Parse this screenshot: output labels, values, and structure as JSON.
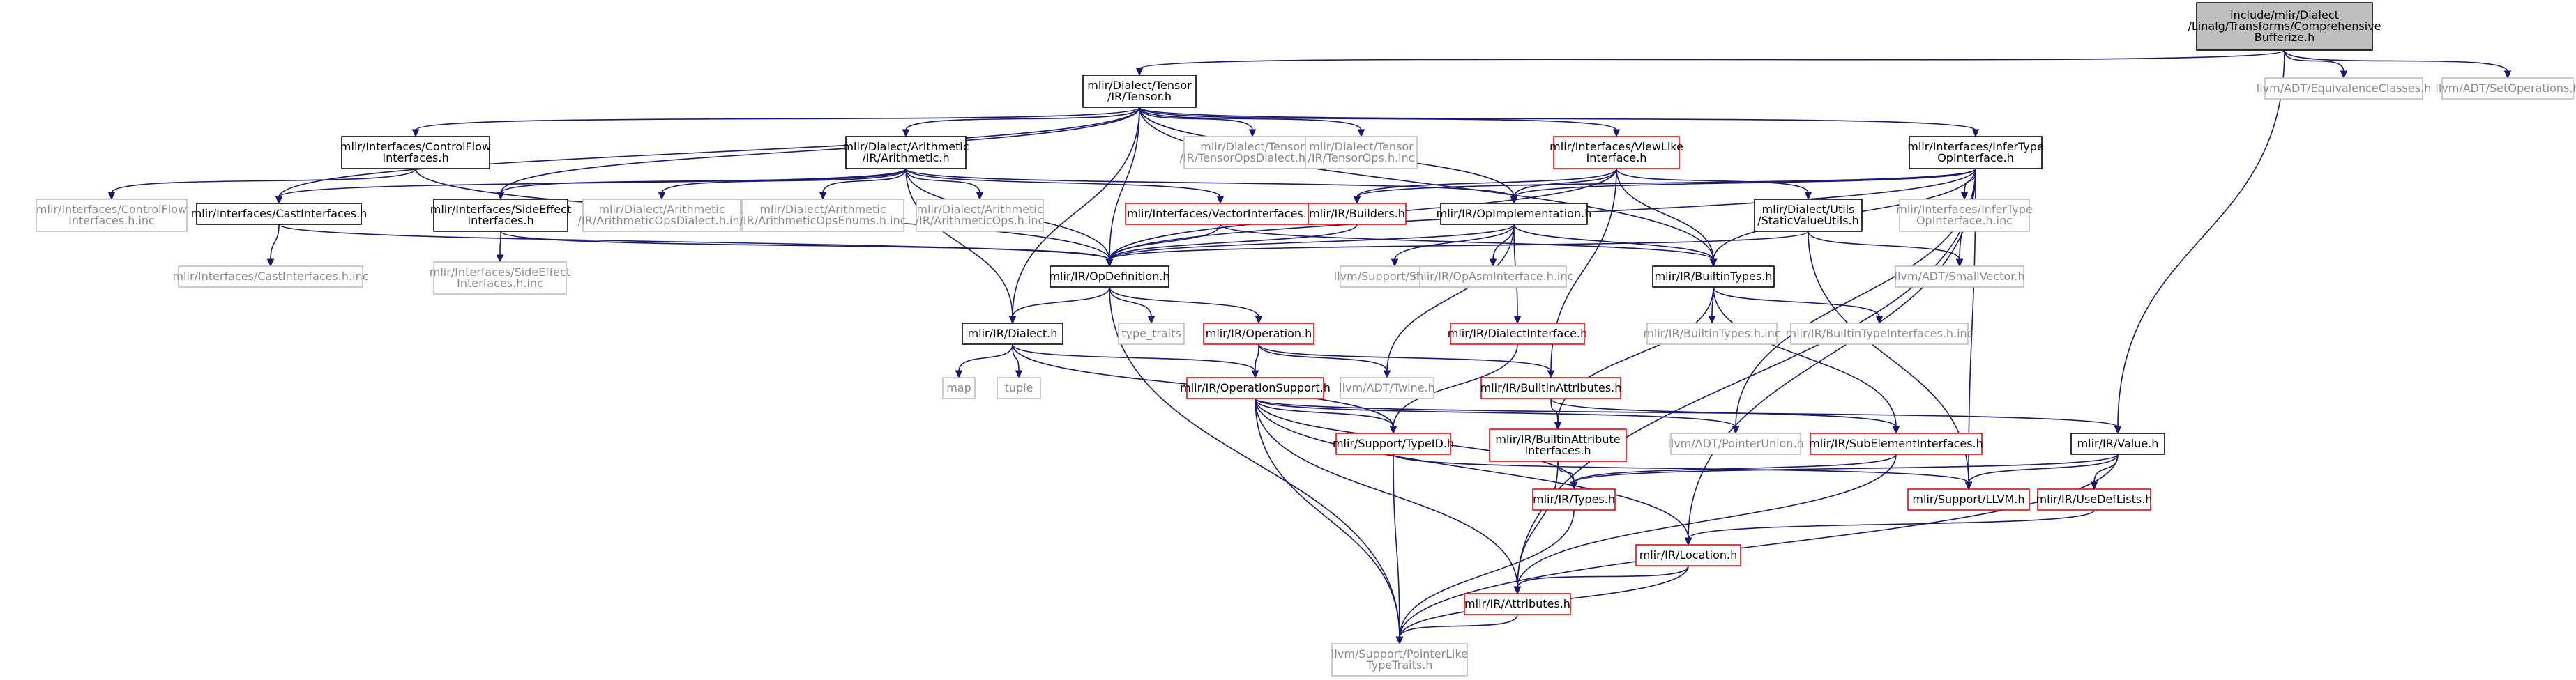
{
  "colors": {
    "edge": "#191970",
    "root_fill": "#bfbfbf",
    "documented_border": "#000000",
    "undocumented_border": "#ff0000",
    "external_border": "#bfbfbf",
    "external_text": "#8a8a8a"
  },
  "nodes": {
    "root": {
      "lines": [
        "include/mlir/Dialect",
        "/Linalg/Transforms/Comprehensive",
        "Bufferize.h"
      ]
    },
    "equivalence": {
      "lines": [
        "llvm/ADT/EquivalenceClasses.h"
      ]
    },
    "setops": {
      "lines": [
        "llvm/ADT/SetOperations.h"
      ]
    },
    "tensor": {
      "lines": [
        "mlir/Dialect/Tensor",
        "/IR/Tensor.h"
      ]
    },
    "controlflow": {
      "lines": [
        "mlir/Interfaces/ControlFlow",
        "Interfaces.h"
      ]
    },
    "arith": {
      "lines": [
        "mlir/Dialect/Arithmetic",
        "/IR/Arithmetic.h"
      ]
    },
    "tensor_dialect_inc": {
      "lines": [
        "mlir/Dialect/Tensor",
        "/IR/TensorOpsDialect.h.inc"
      ]
    },
    "tensor_ops_inc": {
      "lines": [
        "mlir/Dialect/Tensor",
        "/IR/TensorOps.h.inc"
      ]
    },
    "viewlike": {
      "lines": [
        "mlir/Interfaces/ViewLike",
        "Interface.h"
      ]
    },
    "infertype": {
      "lines": [
        "mlir/Interfaces/InferType",
        "OpInterface.h"
      ]
    },
    "controlflow_inc": {
      "lines": [
        "mlir/Interfaces/ControlFlow",
        "Interfaces.h.inc"
      ]
    },
    "castinterfaces": {
      "lines": [
        "mlir/Interfaces/CastInterfaces.h"
      ]
    },
    "sideeffect": {
      "lines": [
        "mlir/Interfaces/SideEffect",
        "Interfaces.h"
      ]
    },
    "arith_dialect_inc": {
      "lines": [
        "mlir/Dialect/Arithmetic",
        "/IR/ArithmeticOpsDialect.h.inc"
      ]
    },
    "arith_enums_inc": {
      "lines": [
        "mlir/Dialect/Arithmetic",
        "/IR/ArithmeticOpsEnums.h.inc"
      ]
    },
    "arith_ops_inc": {
      "lines": [
        "mlir/Dialect/Arithmetic",
        "/IR/ArithmeticOps.h.inc"
      ]
    },
    "vectorinterfaces": {
      "lines": [
        "mlir/Interfaces/VectorInterfaces.h"
      ]
    },
    "builders": {
      "lines": [
        "mlir/IR/Builders.h"
      ]
    },
    "opimpl": {
      "lines": [
        "mlir/IR/OpImplementation.h"
      ]
    },
    "staticvalue": {
      "lines": [
        "mlir/Dialect/Utils",
        "/StaticValueUtils.h"
      ]
    },
    "infertype_inc": {
      "lines": [
        "mlir/Interfaces/InferType",
        "OpInterface.h.inc"
      ]
    },
    "castinterfaces_inc": {
      "lines": [
        "mlir/Interfaces/CastInterfaces.h.inc"
      ]
    },
    "sideeffect_inc": {
      "lines": [
        "mlir/Interfaces/SideEffect",
        "Interfaces.h.inc"
      ]
    },
    "opdefinition": {
      "lines": [
        "mlir/IR/OpDefinition.h"
      ]
    },
    "smloc": {
      "lines": [
        "llvm/Support/SMLoc.h"
      ]
    },
    "opasm_inc": {
      "lines": [
        "mlir/IR/OpAsmInterface.h.inc"
      ]
    },
    "builtintypes": {
      "lines": [
        "mlir/IR/BuiltinTypes.h"
      ]
    },
    "smallvector": {
      "lines": [
        "llvm/ADT/SmallVector.h"
      ]
    },
    "dialect": {
      "lines": [
        "mlir/IR/Dialect.h"
      ]
    },
    "type_traits": {
      "lines": [
        "type_traits"
      ]
    },
    "operation": {
      "lines": [
        "mlir/IR/Operation.h"
      ]
    },
    "dialectinterface": {
      "lines": [
        "mlir/IR/DialectInterface.h"
      ]
    },
    "builtintypes_inc": {
      "lines": [
        "mlir/IR/BuiltinTypes.h.inc"
      ]
    },
    "builtintypeinterfaces_inc": {
      "lines": [
        "mlir/IR/BuiltinTypeInterfaces.h.inc"
      ]
    },
    "map": {
      "lines": [
        "map"
      ]
    },
    "tuple": {
      "lines": [
        "tuple"
      ]
    },
    "twine": {
      "lines": [
        "llvm/ADT/Twine.h"
      ]
    },
    "builtinattributes": {
      "lines": [
        "mlir/IR/BuiltinAttributes.h"
      ]
    },
    "opsupport": {
      "lines": [
        "mlir/IR/OperationSupport.h"
      ]
    },
    "pointerunion": {
      "lines": [
        "llvm/ADT/PointerUnion.h"
      ]
    },
    "builtinattrinterfaces": {
      "lines": [
        "mlir/IR/BuiltinAttribute",
        "Interfaces.h"
      ]
    },
    "subelement": {
      "lines": [
        "mlir/IR/SubElementInterfaces.h"
      ]
    },
    "value": {
      "lines": [
        "mlir/IR/Value.h"
      ]
    },
    "typeid": {
      "lines": [
        "mlir/Support/TypeID.h"
      ]
    },
    "types": {
      "lines": [
        "mlir/IR/Types.h"
      ]
    },
    "llvmh": {
      "lines": [
        "mlir/Support/LLVM.h"
      ]
    },
    "usedeflists": {
      "lines": [
        "mlir/IR/UseDefLists.h"
      ]
    },
    "location": {
      "lines": [
        "mlir/IR/Location.h"
      ]
    },
    "attributes": {
      "lines": [
        "mlir/IR/Attributes.h"
      ]
    },
    "pointerlike": {
      "lines": [
        "llvm/Support/PointerLike",
        "TypeTraits.h"
      ]
    }
  }
}
